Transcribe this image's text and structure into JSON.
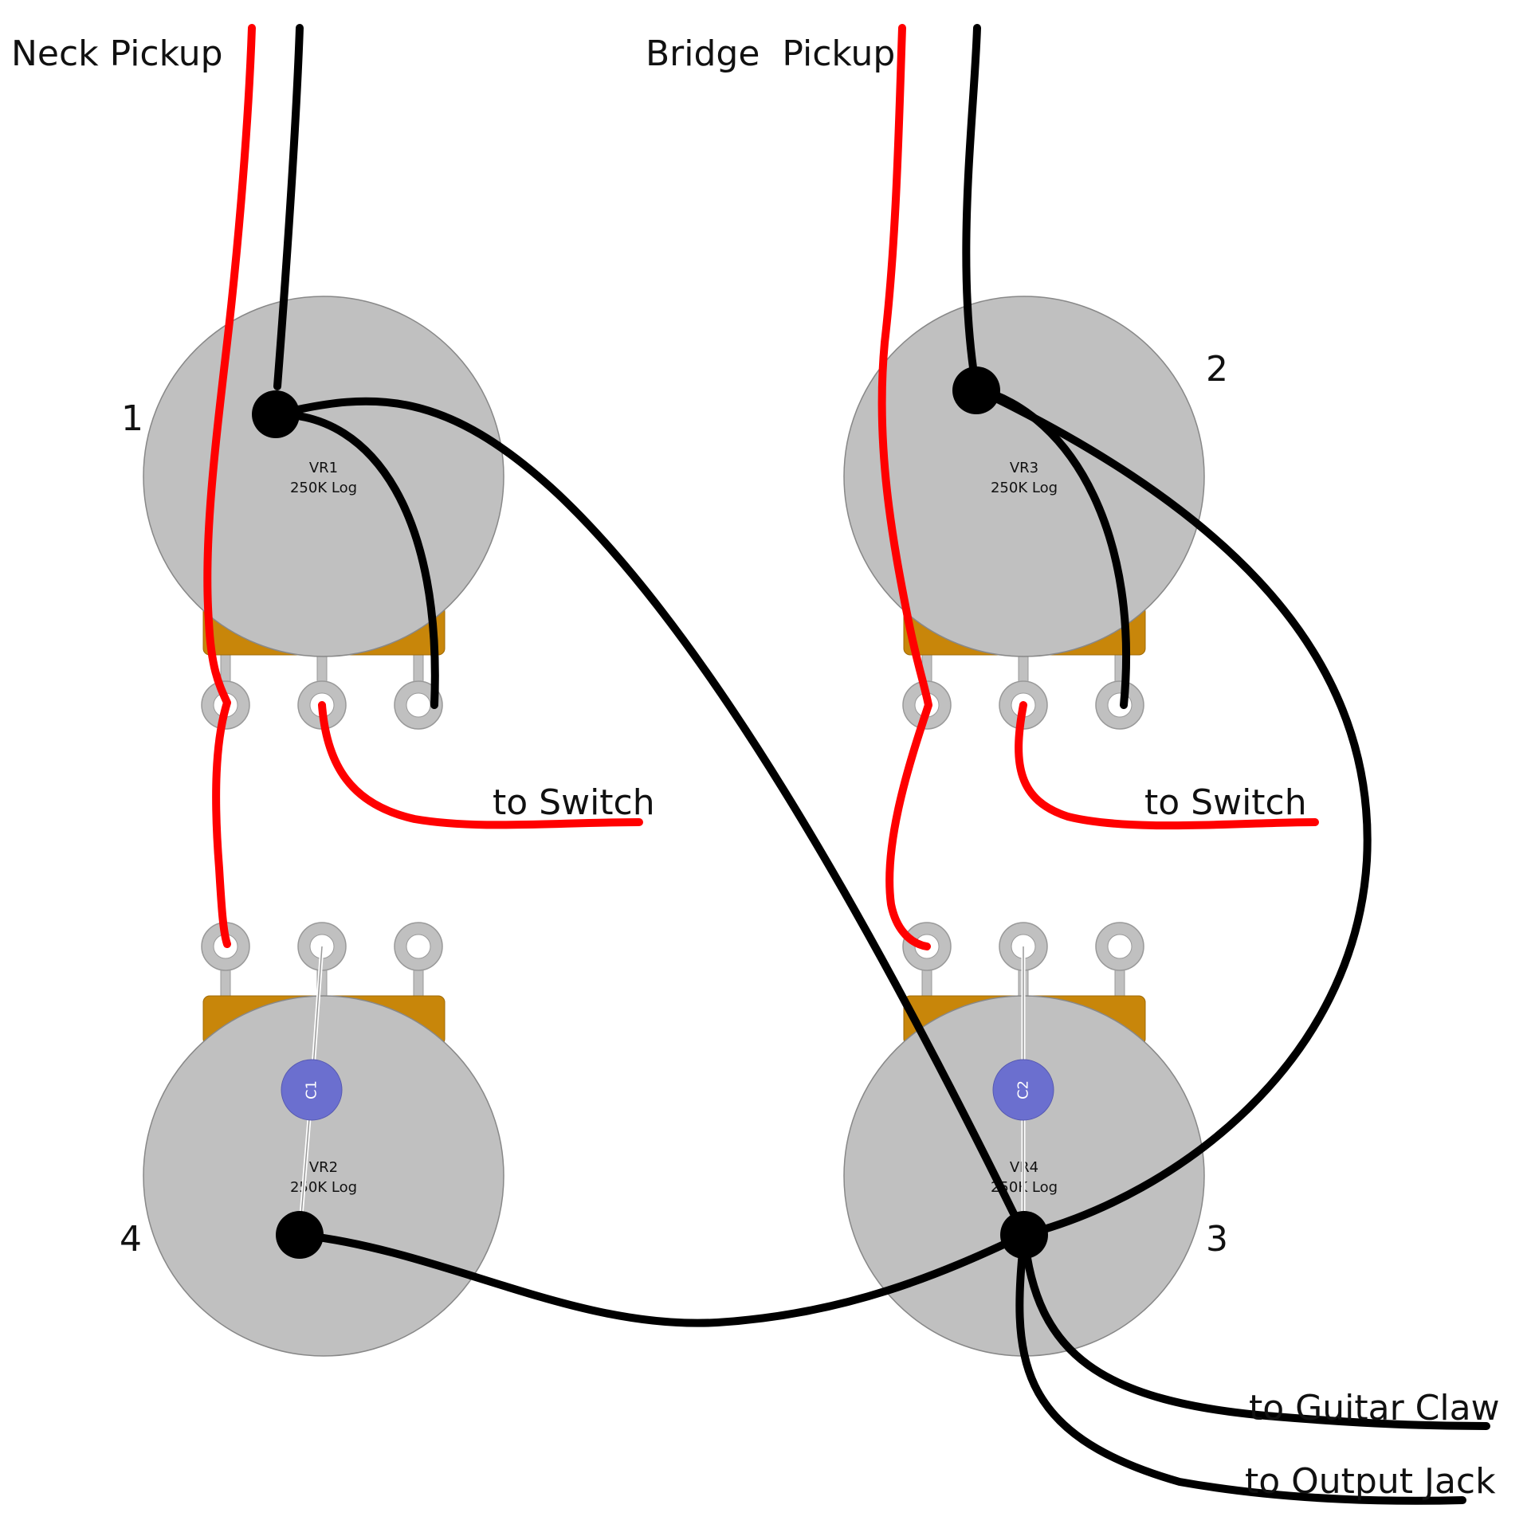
{
  "labels": {
    "neck_pickup": "Neck Pickup",
    "bridge_pickup": "Bridge  Pickup",
    "to_switch_1": "to Switch",
    "to_switch_2": "to Switch",
    "to_guitar_claw": "to Guitar Claw",
    "to_output_jack": "to Output Jack"
  },
  "pots": {
    "vr1": {
      "number": "1",
      "name": "VR1",
      "value": "250K Log"
    },
    "vr3": {
      "number": "2",
      "name": "VR3",
      "value": "250K Log"
    },
    "vr2": {
      "number": "4",
      "name": "VR2",
      "value": "250K Log"
    },
    "vr4": {
      "number": "3",
      "name": "VR4",
      "value": "250K Log"
    }
  },
  "caps": {
    "c1": "C1",
    "c2": "C2"
  },
  "colors": {
    "pot_body": "#c0c0c0",
    "pot_bracket": "#c8860a",
    "lug": "#c0c0c0",
    "cap": "#6b6fcf",
    "wire_hot": "#ff0000",
    "wire_ground": "#000000"
  }
}
